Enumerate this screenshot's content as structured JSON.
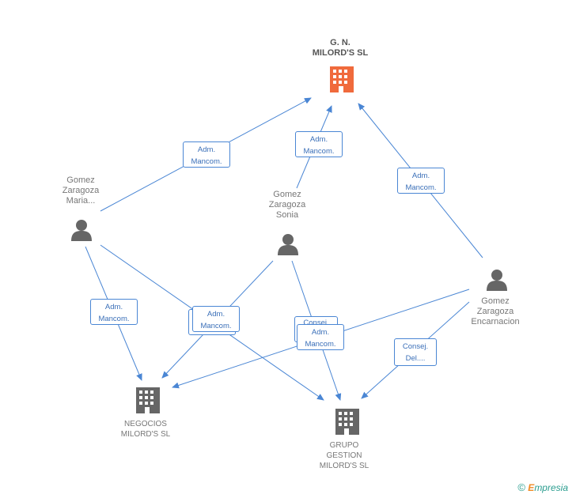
{
  "nodes": {
    "gn_milords": {
      "lines": [
        "G. N.",
        "MILORD'S SL"
      ],
      "color": "#f06a3c"
    },
    "negocios": {
      "lines": [
        "NEGOCIOS",
        "MILORD'S SL"
      ],
      "color": "#666666"
    },
    "grupo": {
      "lines": [
        "GRUPO",
        "GESTION",
        "MILORD'S SL"
      ],
      "color": "#666666"
    },
    "maria": {
      "lines": [
        "Gomez",
        "Zaragoza",
        "Maria..."
      ]
    },
    "sonia": {
      "lines": [
        "Gomez",
        "Zaragoza",
        "Sonia"
      ]
    },
    "encarnacion": {
      "lines": [
        "Gomez",
        "Zaragoza",
        "Encarnacion"
      ]
    }
  },
  "edge_labels": {
    "maria_gn": [
      "Adm.",
      "Mancom."
    ],
    "sonia_gn": [
      "Adm.",
      "Mancom."
    ],
    "encarnacion_gn": [
      "Adm.",
      "Mancom."
    ],
    "maria_negocios": [
      "Adm.",
      "Mancom."
    ],
    "center_a": [
      "Adm.",
      "Mancom."
    ],
    "center_b_back": [
      "Consej.",
      ""
    ],
    "center_b": [
      "Adm.",
      "Mancom."
    ],
    "encarnacion_grupo": [
      "Consej.",
      "Del...."
    ]
  },
  "colors": {
    "edge": "#4a86d4",
    "person": "#666666",
    "focus_company": "#f06a3c"
  },
  "footer": {
    "copyright": "©",
    "brand_first": "E",
    "brand_rest": "mpresia"
  }
}
